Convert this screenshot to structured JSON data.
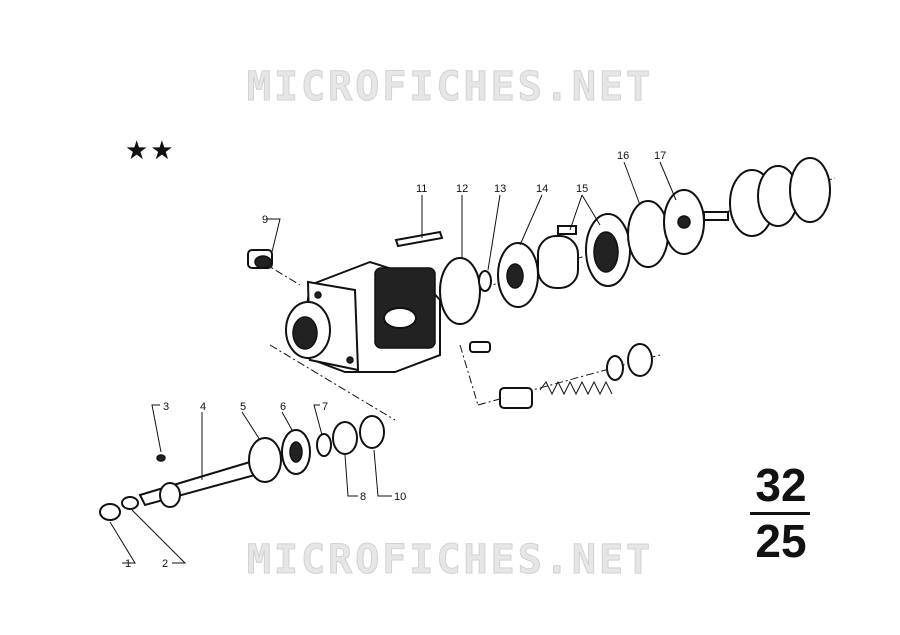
{
  "watermark": {
    "top": "MICROFICHES.NET",
    "bottom": "MICROFICHES.NET"
  },
  "stars": "★★",
  "page_ref": {
    "group": "32",
    "page": "25"
  },
  "callouts": [
    "1",
    "2",
    "3",
    "4",
    "5",
    "6",
    "7",
    "8",
    "9",
    "10",
    "11",
    "12",
    "13",
    "14",
    "15",
    "16",
    "17"
  ]
}
